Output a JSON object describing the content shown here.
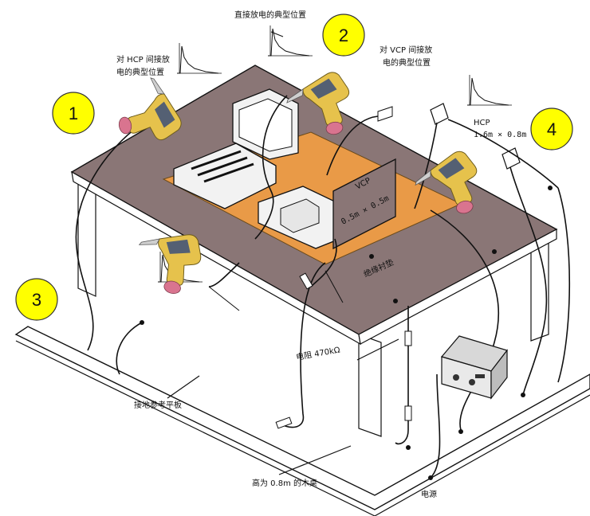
{
  "labels": {
    "direct_discharge": "直接放电的典型位置",
    "hcp_indirect_line1": "对 HCP 间接放",
    "hcp_indirect_line2": "电的典型位置",
    "vcp_indirect_line1": "对 VCP 间接放",
    "vcp_indirect_line2": "电的典型位置",
    "hcp_title": "HCP",
    "hcp_size": "1.6m × 0.8m",
    "vcp_title": "VCP",
    "vcp_size": "0.5m × 0.5m",
    "insulation_pad": "绝缘衬垫",
    "resistor": "电阻 470kΩ",
    "ground_plane": "接地参考平板",
    "wooden_table": "高为 0.8m 的木桌",
    "power_supply": "电源"
  },
  "markers": [
    "1",
    "2",
    "3",
    "4"
  ],
  "colors": {
    "marker_fill": "#ffff00",
    "table_top": "#8a7676",
    "insulation": "#e99a47",
    "esd_gun": "#e6c24c",
    "gun_tip": "#d9748f",
    "equipment": "#f2f2f2"
  }
}
